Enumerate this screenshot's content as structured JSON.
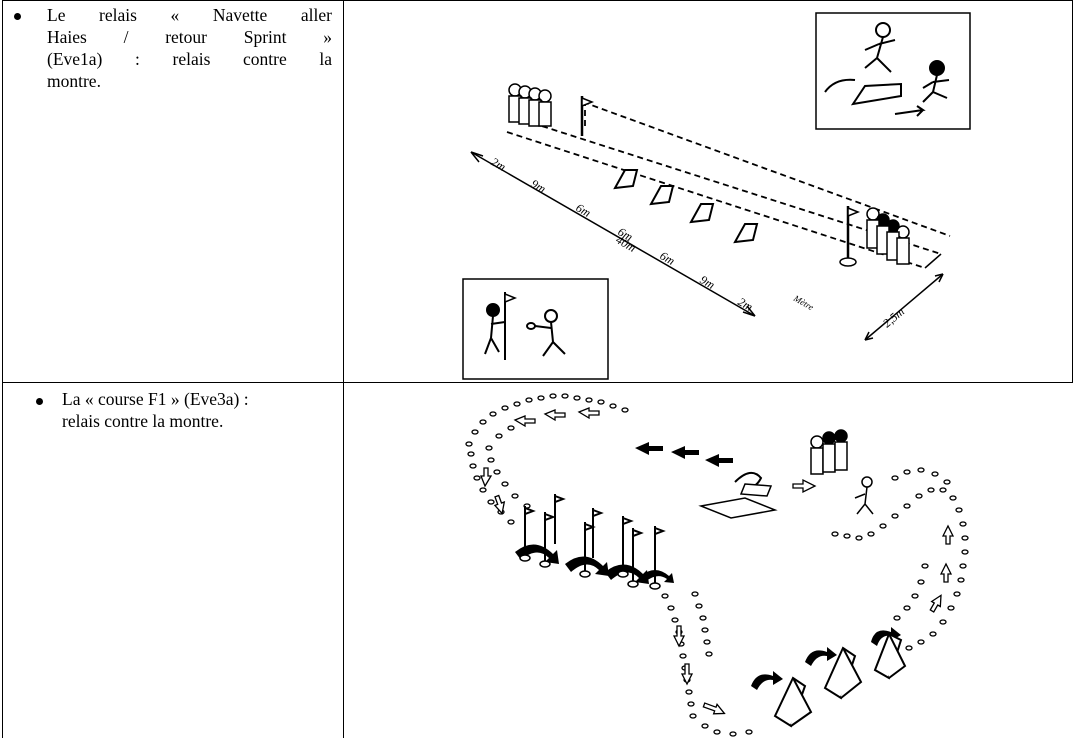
{
  "rows": [
    {
      "text": "Le relais « Navette aller Haies / retour Sprint » (Eve1a) : relais contre la montre.",
      "lines": [
        "Le relais « Navette aller",
        "Haies / retour Sprint »",
        "(Eve1a) : relais contre la",
        "montre."
      ],
      "figure": {
        "distance_labels": [
          "2m",
          "9m",
          "6m",
          "6m",
          "6m",
          "9m",
          "2m"
        ],
        "total_length": "40m",
        "width": "2,5m",
        "end_label": "Mètre"
      }
    },
    {
      "text": "La « course F1 » (Eve3a) : relais contre la montre.",
      "lines": [
        "La « course F1 » (Eve3a) :",
        "relais contre la montre."
      ]
    }
  ]
}
